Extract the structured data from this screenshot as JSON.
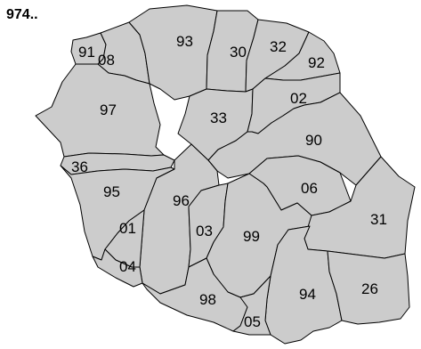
{
  "title": "974..",
  "colors": {
    "region_fill": "#cccccc",
    "border": "#000000",
    "background": "#ffffff",
    "label": "#000000"
  },
  "regions": [
    {
      "id": "91",
      "label": "91"
    },
    {
      "id": "08",
      "label": "08"
    },
    {
      "id": "93",
      "label": "93"
    },
    {
      "id": "30",
      "label": "30"
    },
    {
      "id": "32",
      "label": "32"
    },
    {
      "id": "92",
      "label": "92"
    },
    {
      "id": "97",
      "label": "97"
    },
    {
      "id": "33",
      "label": "33"
    },
    {
      "id": "02",
      "label": "02"
    },
    {
      "id": "90",
      "label": "90"
    },
    {
      "id": "36",
      "label": "36"
    },
    {
      "id": "95",
      "label": "95"
    },
    {
      "id": "96",
      "label": "96"
    },
    {
      "id": "06",
      "label": "06"
    },
    {
      "id": "01",
      "label": "01"
    },
    {
      "id": "03",
      "label": "03"
    },
    {
      "id": "99",
      "label": "99"
    },
    {
      "id": "31",
      "label": "31"
    },
    {
      "id": "04",
      "label": "04"
    },
    {
      "id": "98",
      "label": "98"
    },
    {
      "id": "94",
      "label": "94"
    },
    {
      "id": "26",
      "label": "26"
    },
    {
      "id": "05",
      "label": "05"
    }
  ]
}
